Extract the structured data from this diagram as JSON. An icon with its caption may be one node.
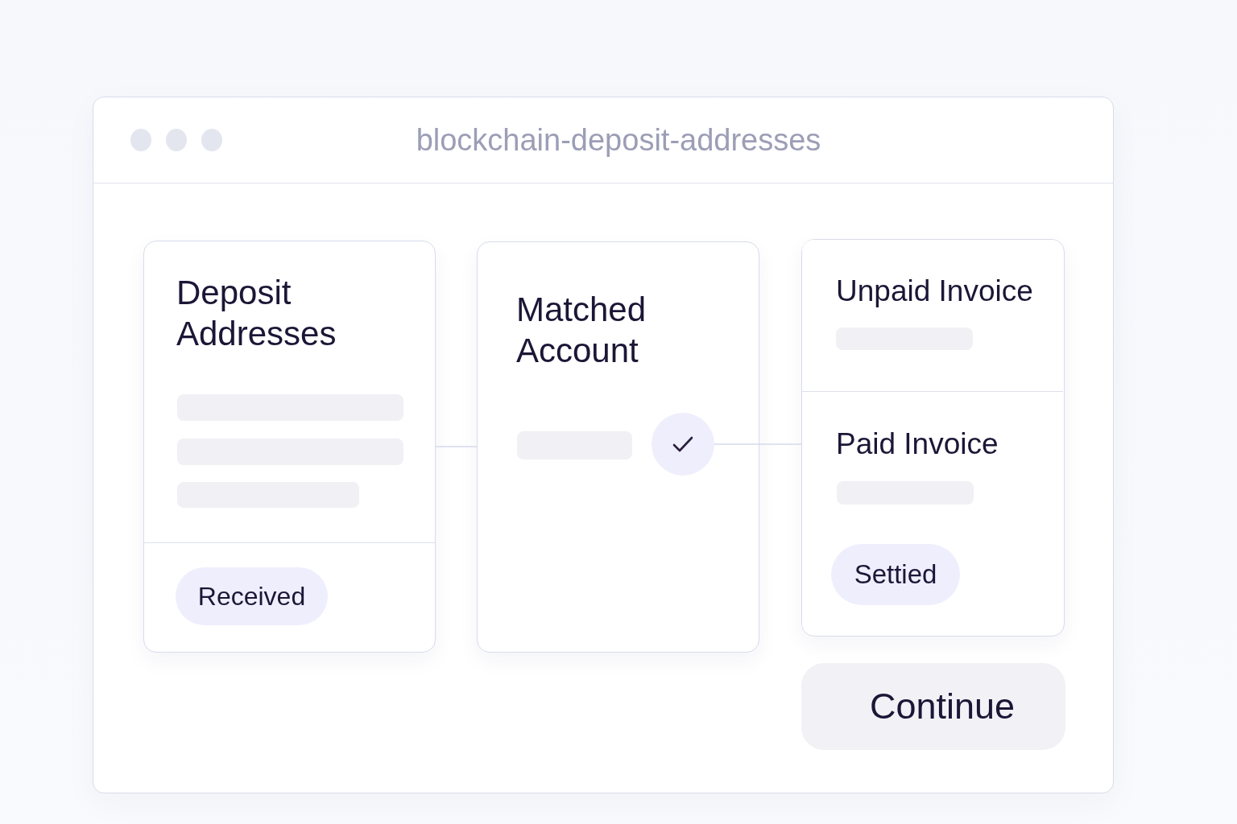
{
  "diagram": {
    "nodes": [
      {
        "text": [
          "blockchain-deposit-addresses"
        ]
      },
      {
        "text": [
          "Deposit Addresses"
        ],
        "in": 0
      },
      {
        "text": [
          "Received"
        ],
        "in": 1
      },
      {
        "text": [
          "Matched Account"
        ],
        "in": 0
      },
      {
        "text": [],
        "shape": "circle",
        "in": 3
      },
      {
        "text": [],
        "shape": "box",
        "in": 0
      },
      {
        "text": [
          "Unpaid Invoice"
        ],
        "in": 5
      },
      {
        "text": [
          "Paid Invoice"
        ],
        "in": 5
      },
      {
        "text": [
          "Settied"
        ],
        "in": 7
      },
      {
        "text": [
          "Continue"
        ],
        "in": 0
      }
    ],
    "edges": [
      {
        "from": 1,
        "to": 3,
        "arrow": "none"
      },
      {
        "from": 4,
        "to": 7,
        "arrow": "none"
      }
    ]
  }
}
